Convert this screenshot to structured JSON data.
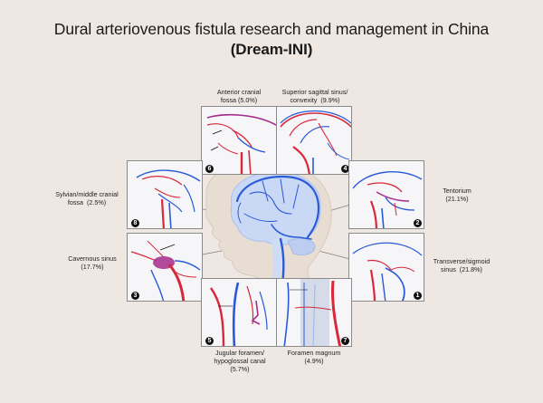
{
  "title": {
    "line1": "Dural arteriovenous fistula research and management in China",
    "line2": "(Dream-INI)"
  },
  "colors": {
    "background": "#efe8e2",
    "artery": "#d8283a",
    "vein": "#2a5bd7",
    "panel_bg": "#f6f6f8",
    "brain": "#c9d8f5",
    "head": "#e8ddd3"
  },
  "panels": [
    {
      "id": "anterior",
      "badge": "6",
      "label": [
        "Anterior cranial",
        "fossa (5.0%)"
      ]
    },
    {
      "id": "superior",
      "badge": "4",
      "label": [
        "Superior sagittal sinus/",
        "convexity  (9.9%)"
      ]
    },
    {
      "id": "sylvian",
      "badge": "8",
      "label": [
        "Sylvian/middle cranial",
        "fossa  (2.5%)"
      ]
    },
    {
      "id": "tentorium",
      "badge": "2",
      "label": [
        "Tentorium",
        "(21.1%)"
      ]
    },
    {
      "id": "cavernous",
      "badge": "3",
      "label": [
        "Cavernous sinus",
        "(17.7%)"
      ]
    },
    {
      "id": "transverse",
      "badge": "1",
      "label": [
        "Transverse/sigmoid",
        "sinus  (21.8%)"
      ]
    },
    {
      "id": "jugular",
      "badge": "5",
      "label": [
        "Jugular foramen/",
        "hypoglossal canal",
        "(5.7%)"
      ]
    },
    {
      "id": "foramen",
      "badge": "7",
      "label": [
        "Foramen magnum",
        "(4.9%)"
      ]
    }
  ]
}
